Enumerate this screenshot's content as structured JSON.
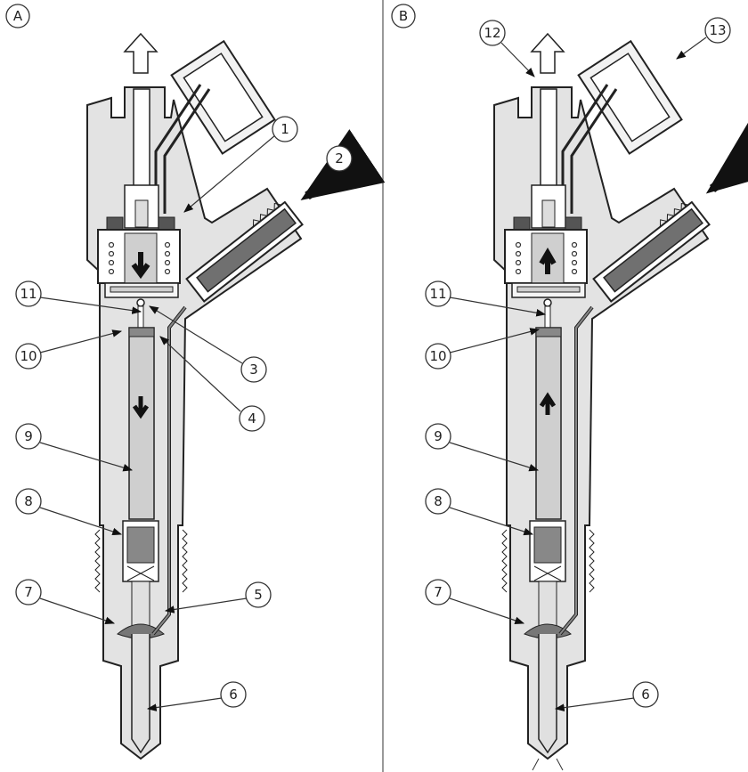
{
  "panels": [
    {
      "label": "A",
      "callouts": [
        "1",
        "2",
        "3",
        "4",
        "5",
        "6",
        "7",
        "8",
        "9",
        "10",
        "11"
      ],
      "flow_direction": "down"
    },
    {
      "label": "B",
      "callouts": [
        "12",
        "13",
        "11",
        "10",
        "9",
        "8",
        "7",
        "6"
      ],
      "flow_direction": "up"
    }
  ],
  "colors": {
    "body_fill": "#e3e3e3",
    "outline": "#222222",
    "fuel_tube": "#707070",
    "arrow": "#111111"
  }
}
